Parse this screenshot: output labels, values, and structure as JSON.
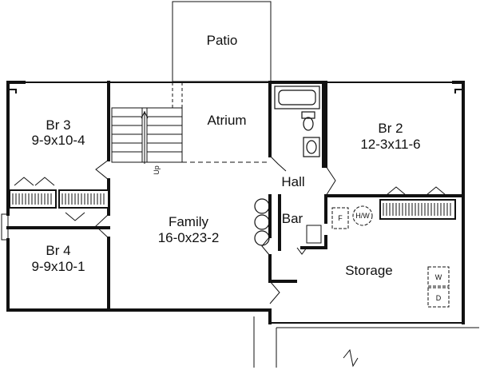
{
  "rooms": {
    "patio": {
      "name": "Patio"
    },
    "atrium": {
      "name": "Atrium"
    },
    "br3": {
      "name": "Br 3",
      "dims": "9-9x10-4"
    },
    "br2": {
      "name": "Br 2",
      "dims": "12-3x11-6"
    },
    "br4": {
      "name": "Br 4",
      "dims": "9-9x10-1"
    },
    "family": {
      "name": "Family",
      "dims": "16-0x23-2"
    },
    "hall": {
      "name": "Hall"
    },
    "bar": {
      "name": "Bar"
    },
    "storage": {
      "name": "Storage"
    }
  },
  "fixtures": {
    "stair_label": "Up",
    "furnace": "F",
    "water_heater": "H/W",
    "washer": "W",
    "dryer": "D"
  },
  "colors": {
    "wall": "#111111",
    "background": "#ffffff"
  }
}
